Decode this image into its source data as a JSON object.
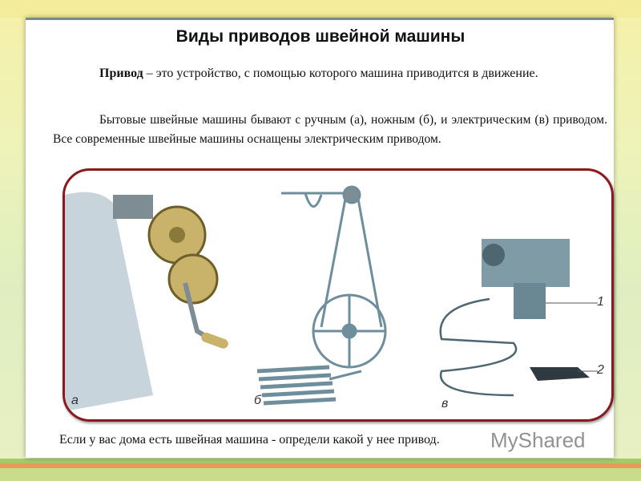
{
  "slide": {
    "title": "Виды приводов швейной машины",
    "definition_term": "Привод",
    "definition_rest": " – это устройство, с помощью которого машина приводится в движение.",
    "paragraph": "Бытовые швейные машины бывают с ручным (а), ножным (б), и электрическим (в) приводом. Все современные швейные машины оснащены электрическим приводом.",
    "figure": {
      "label_a": "а",
      "label_b": "б",
      "label_c": "в",
      "callout_1": "1",
      "callout_2": "2"
    },
    "footer": "Если  у вас дома есть швейная машина  - определи какой у нее привод.",
    "watermark": "MyShared"
  }
}
